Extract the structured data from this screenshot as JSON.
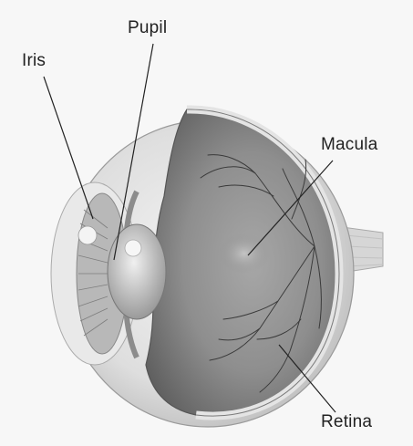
{
  "labels": {
    "iris": "Iris",
    "pupil": "Pupil",
    "macula": "Macula",
    "retina": "Retina"
  },
  "colors": {
    "background": "#f7f7f7",
    "sclera": "#dcdcdc",
    "interior": "#8a8a8a",
    "vessels": "#3a3a3a",
    "leader_lines": "#222222"
  }
}
